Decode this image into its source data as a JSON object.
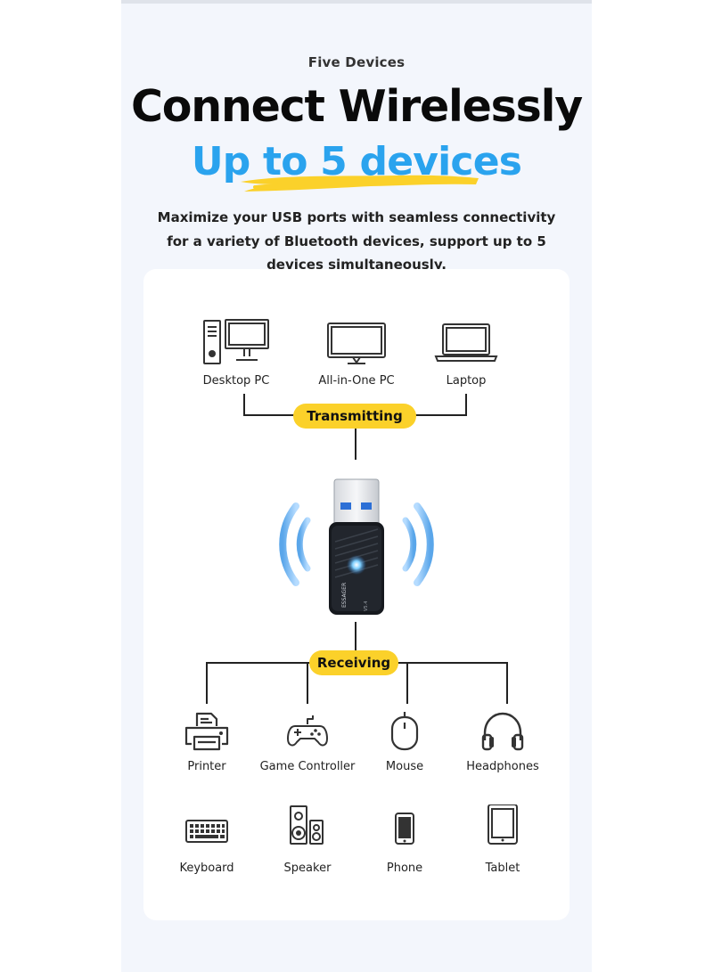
{
  "header": {
    "eyebrow": "Five Devices",
    "headline": "Connect Wirelessly",
    "subheadline": "Up to 5 devices",
    "description": "Maximize your USB ports with seamless connectivity for a variety of Bluetooth devices, support up to 5 devices simultaneously."
  },
  "diagram": {
    "transmitting_label": "Transmitting",
    "receiving_label": "Receiving",
    "adapter_brand": "ESSAGER",
    "adapter_version": "V5.4",
    "transmitters": [
      {
        "label": "Desktop PC",
        "icon": "desktop-pc-icon"
      },
      {
        "label": "All-in-One PC",
        "icon": "all-in-one-pc-icon"
      },
      {
        "label": "Laptop",
        "icon": "laptop-icon"
      }
    ],
    "receivers_row1": [
      {
        "label": "Printer",
        "icon": "printer-icon"
      },
      {
        "label": "Game Controller",
        "icon": "game-controller-icon"
      },
      {
        "label": "Mouse",
        "icon": "mouse-icon"
      },
      {
        "label": "Headphones",
        "icon": "headphones-icon"
      }
    ],
    "receivers_row2": [
      {
        "label": "Keyboard",
        "icon": "keyboard-icon"
      },
      {
        "label": "Speaker",
        "icon": "speaker-icon"
      },
      {
        "label": "Phone",
        "icon": "phone-icon"
      },
      {
        "label": "Tablet",
        "icon": "tablet-icon"
      }
    ]
  },
  "colors": {
    "accent_blue": "#2aa3ee",
    "label_yellow": "#fbd12a",
    "panel_bg": "#f3f6fc"
  }
}
